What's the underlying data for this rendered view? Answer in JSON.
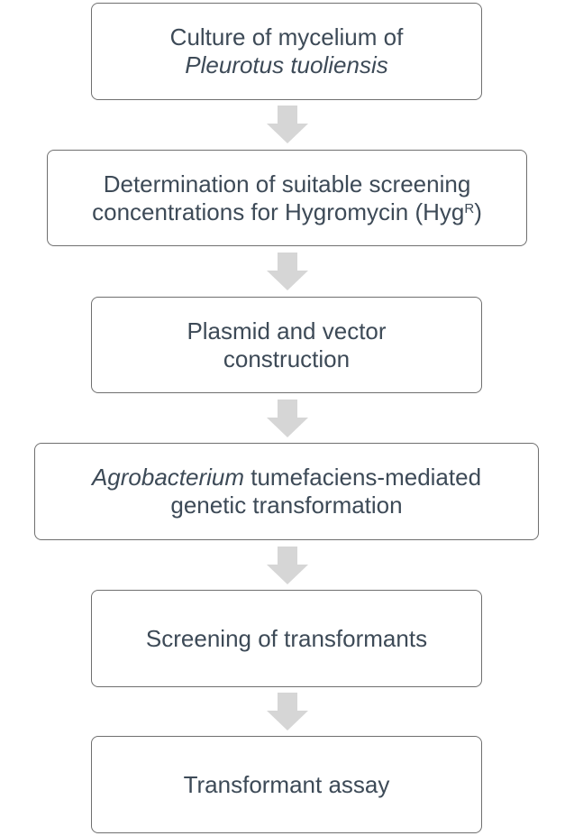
{
  "steps": [
    {
      "line1": "Culture of mycelium of",
      "line2_italic": "Pleurotus tuoliensis"
    },
    {
      "line1": "Determination of suitable screening",
      "line2": "concentrations for Hygromycin (Hyg",
      "line2_sup": "R",
      "line2_end": ")"
    },
    {
      "line1": "Plasmid and vector",
      "line2": "construction"
    },
    {
      "line1_italic": "Agrobacterium",
      "line1": " tumefaciens-mediated",
      "line2": "genetic transformation"
    },
    {
      "line1": "Screening of transformants"
    },
    {
      "line1": "Transformant assay"
    }
  ],
  "colors": {
    "text": "#3d4a57",
    "border": "#6f6f6f",
    "arrow": "#d6d6d6"
  },
  "icons": {
    "connector": "down-arrow-icon"
  }
}
